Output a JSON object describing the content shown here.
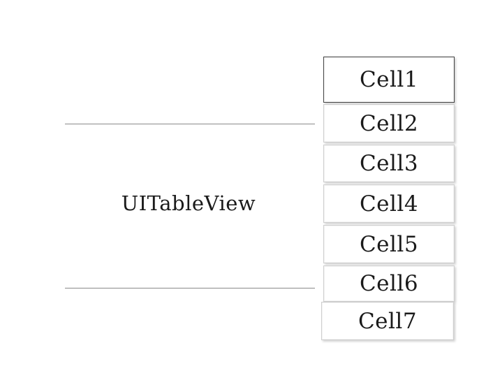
{
  "diagram": {
    "label": "UITableView",
    "cells": [
      "Cell1",
      "Cell2",
      "Cell3",
      "Cell4",
      "Cell5",
      "Cell6",
      "Cell7"
    ]
  }
}
